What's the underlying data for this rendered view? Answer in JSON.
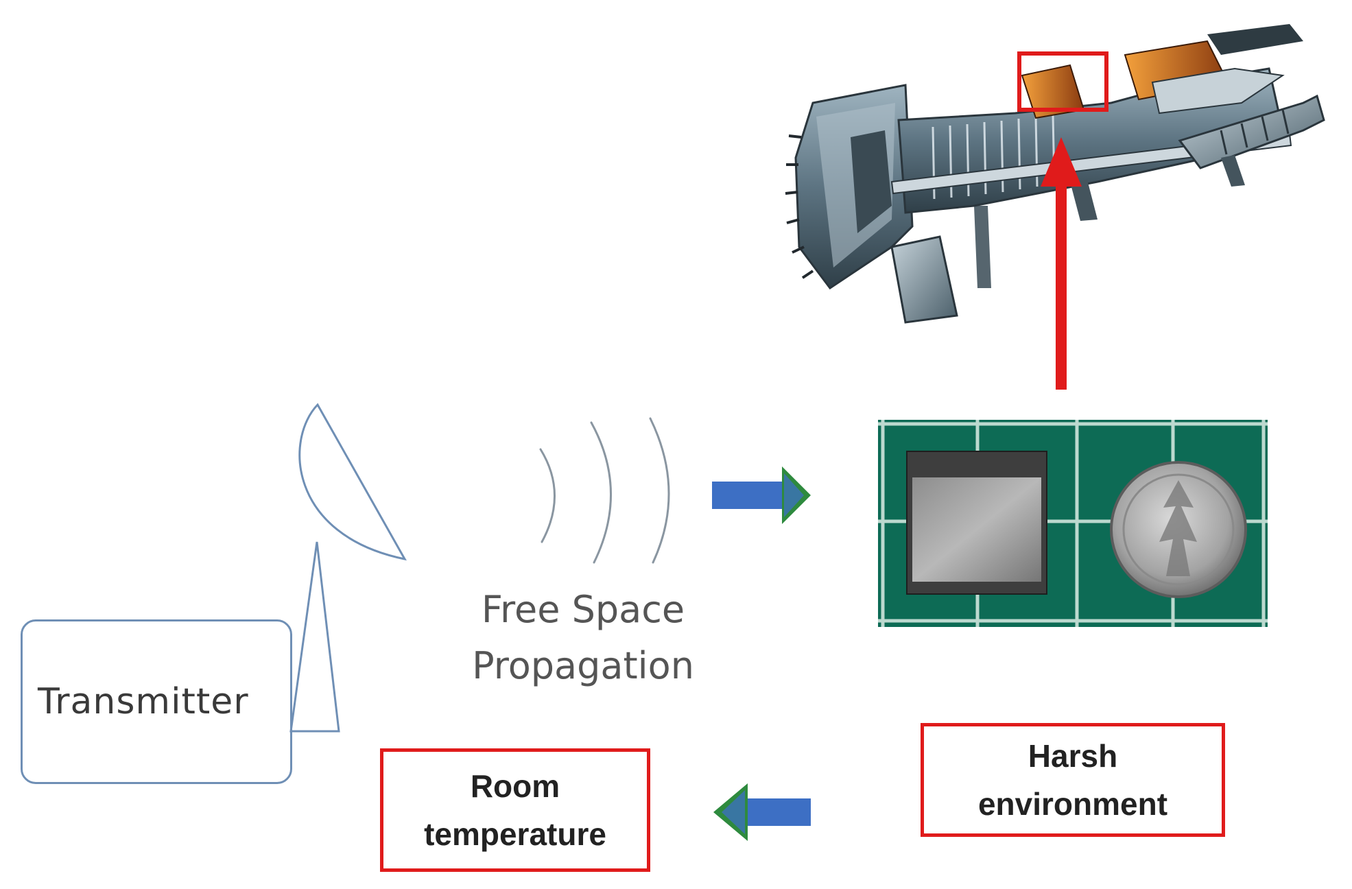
{
  "labels": {
    "transmitter": "Transmitter",
    "free_space_line1": "Free Space",
    "free_space_line2": "Propagation",
    "room_line1": "Room",
    "room_line2": "temperature",
    "harsh_line1": "Harsh",
    "harsh_line2": "environment"
  },
  "colors": {
    "outline_blue": "#6f8fb5",
    "highlight_red": "#e01b1b",
    "arrow_blue": "#3d6fc4",
    "arrow_green": "#2e8a3e",
    "mat_green": "#0d6b55",
    "sensor_dark": "#3e3e3e",
    "coin_silver": "#9a9a9a"
  },
  "icons": {
    "antenna": "dish-antenna-icon",
    "waves": "radio-wave-icon",
    "engine": "turbine-engine-illustration",
    "sensor_photo": "sensor-and-coin-photo"
  }
}
